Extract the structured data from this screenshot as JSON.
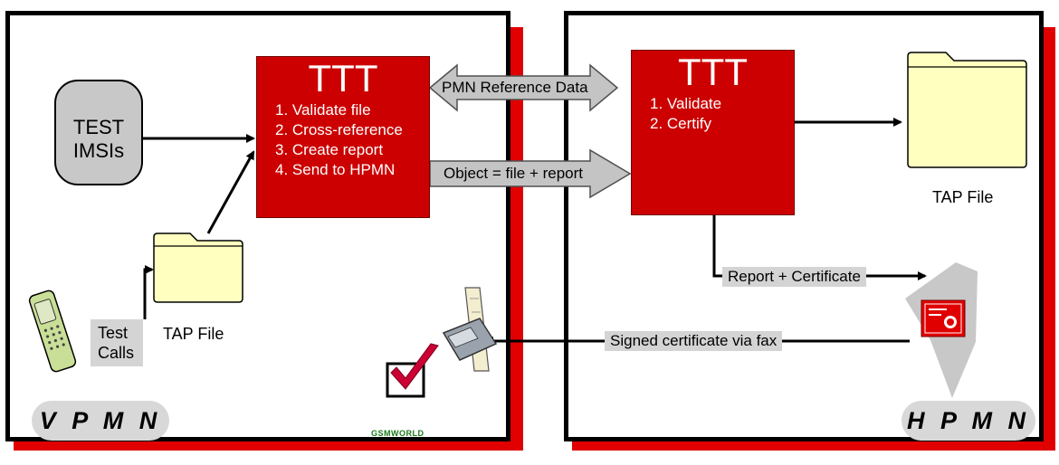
{
  "diagram": {
    "vpmn": {
      "label": "V P M N",
      "ttt": {
        "title": "TTT",
        "steps": [
          "1. Validate file",
          "2. Cross-reference",
          "3. Create report",
          "4. Send to HPMN"
        ]
      },
      "test_imsis": [
        "TEST",
        "IMSIs"
      ],
      "test_calls": [
        "Test",
        "Calls"
      ],
      "tap_file": "TAP File",
      "logo_text": "GSMWORLD"
    },
    "hpmn": {
      "label": "H P M N",
      "ttt": {
        "title": "TTT",
        "steps": [
          "1. Validate",
          "2. Certify"
        ]
      },
      "tap_file": "TAP File"
    },
    "arrows": {
      "reference_data": "PMN Reference Data",
      "object": "Object = file + report",
      "report_certificate": "Report + Certificate",
      "signed_certificate": "Signed certificate via fax"
    },
    "colors": {
      "ttt_box": "#cc0000",
      "panel_shadow": "#e00000",
      "folder": "#ffffc0",
      "arrow_fill": "#c0c0c0"
    }
  }
}
